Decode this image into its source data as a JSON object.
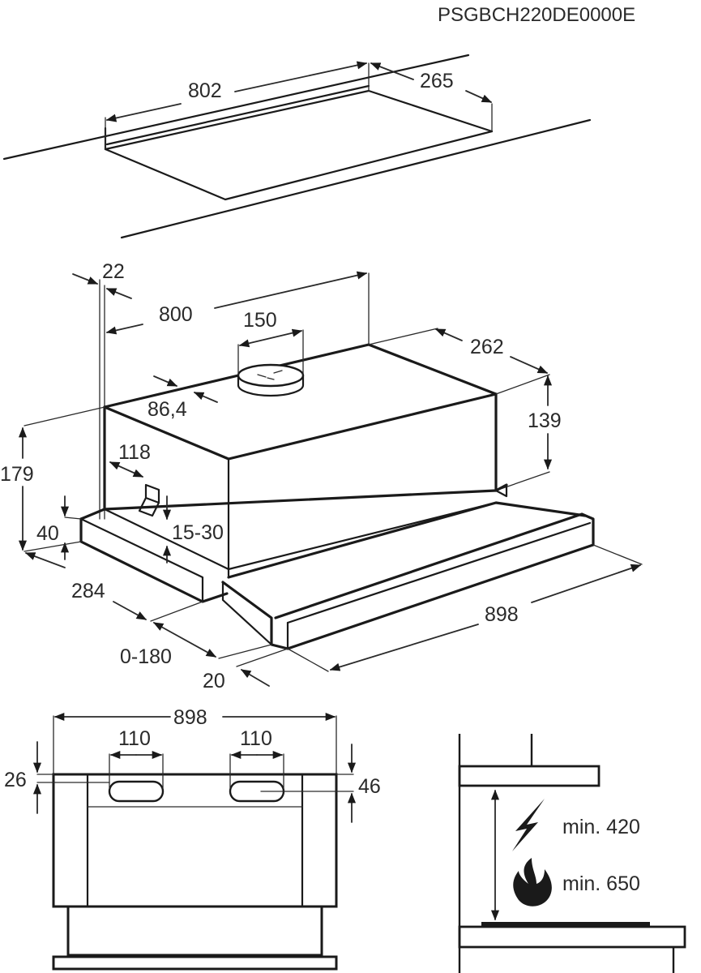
{
  "product_code": "PSGBCH220DE0000E",
  "cutout_view": {
    "width_label": "802",
    "depth_label": "265"
  },
  "hood_view": {
    "offset_top_label": "22",
    "body_width_label": "800",
    "duct_diameter_label": "150",
    "duct_offset_label": "86,4",
    "body_depth_label": "262",
    "body_height_label": "139",
    "total_height_label": "179",
    "switch_offset_label": "118",
    "switch_travel_label": "15-30",
    "front_height_label": "40",
    "total_depth_label": "284",
    "extension_label": "0-180",
    "visor_depth_label": "20",
    "visor_width_label": "898"
  },
  "top_view": {
    "width_label": "898",
    "vent_left_label": "110",
    "vent_right_label": "110",
    "vent_offset_left_label": "26",
    "vent_offset_right_label": "46"
  },
  "clearance_view": {
    "electric_label": "min. 420",
    "gas_label": "min. 650",
    "electric_icon": "lightning-icon",
    "gas_icon": "flame-icon"
  }
}
